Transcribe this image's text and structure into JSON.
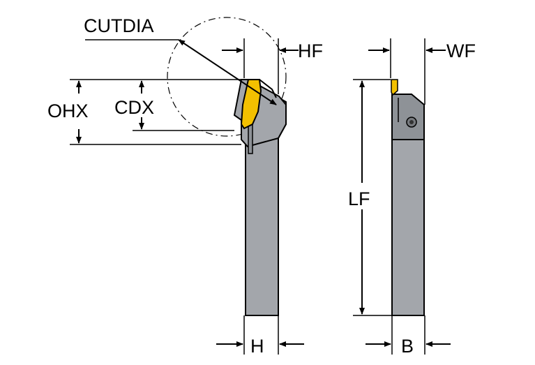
{
  "labels": {
    "cutdia": "CUTDIA",
    "hf": "HF",
    "wf": "WF",
    "ohx": "OHX",
    "cdx": "CDX",
    "lf": "LF",
    "h": "H",
    "b": "B"
  },
  "colors": {
    "shank": "#a3a6ab",
    "shank_dark": "#8e9297",
    "insert": "#f3c000",
    "outline": "#000000"
  }
}
